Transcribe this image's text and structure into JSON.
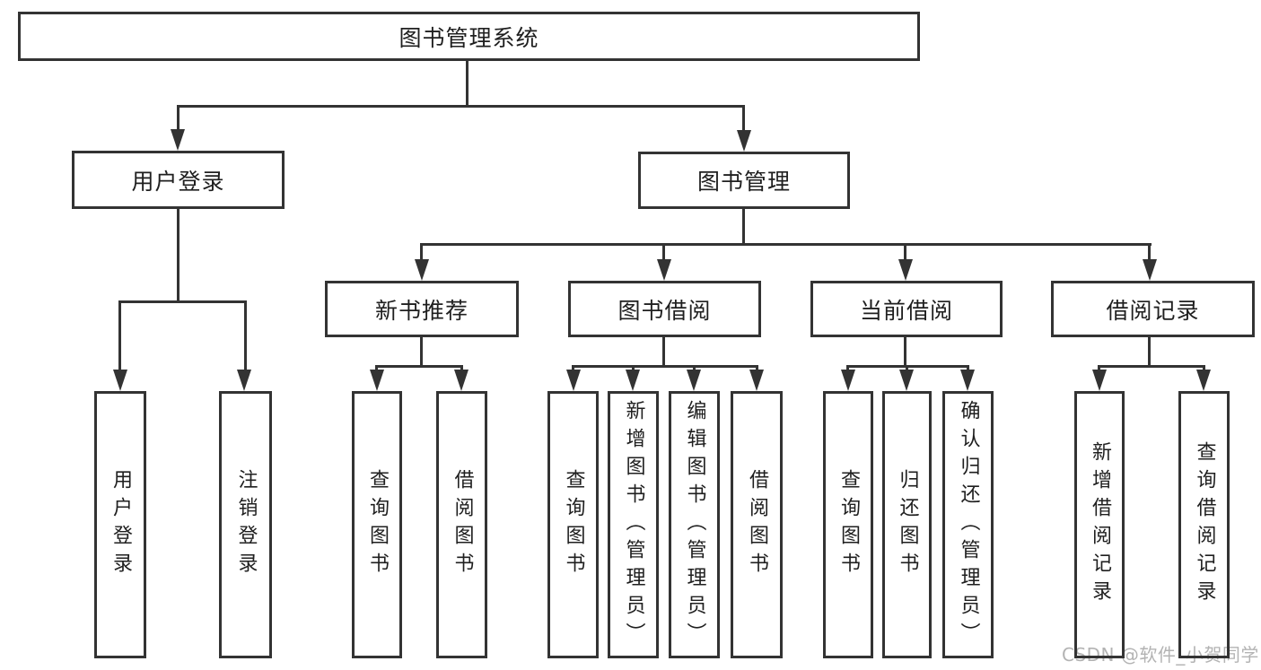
{
  "colors": {
    "line": "#333333",
    "text": "#1f1f1f",
    "box_fill": "#ffffff",
    "background": "#ffffff",
    "watermark": "#b3b3b3"
  },
  "watermark": {
    "text": "CSDN @软件_小贺同学"
  },
  "tree": {
    "root": {
      "label": "图书管理系统"
    },
    "branches": [
      {
        "label": "用户登录",
        "children": [
          {
            "label": "用户登录"
          },
          {
            "label": "注销登录"
          }
        ]
      },
      {
        "label": "图书管理",
        "sections": [
          {
            "label": "新书推荐",
            "children": [
              {
                "label": "查询图书"
              },
              {
                "label": "借阅图书"
              }
            ]
          },
          {
            "label": "图书借阅",
            "children": [
              {
                "label": "查询图书"
              },
              {
                "label": "新增图书（管理员）"
              },
              {
                "label": "编辑图书（管理员）"
              },
              {
                "label": "借阅图书"
              }
            ]
          },
          {
            "label": "当前借阅",
            "children": [
              {
                "label": "查询图书"
              },
              {
                "label": "归还图书"
              },
              {
                "label": "确认归还（管理员）"
              }
            ]
          },
          {
            "label": "借阅记录",
            "children": [
              {
                "label": "新增借阅记录"
              },
              {
                "label": "查询借阅记录"
              }
            ]
          }
        ]
      }
    ]
  }
}
